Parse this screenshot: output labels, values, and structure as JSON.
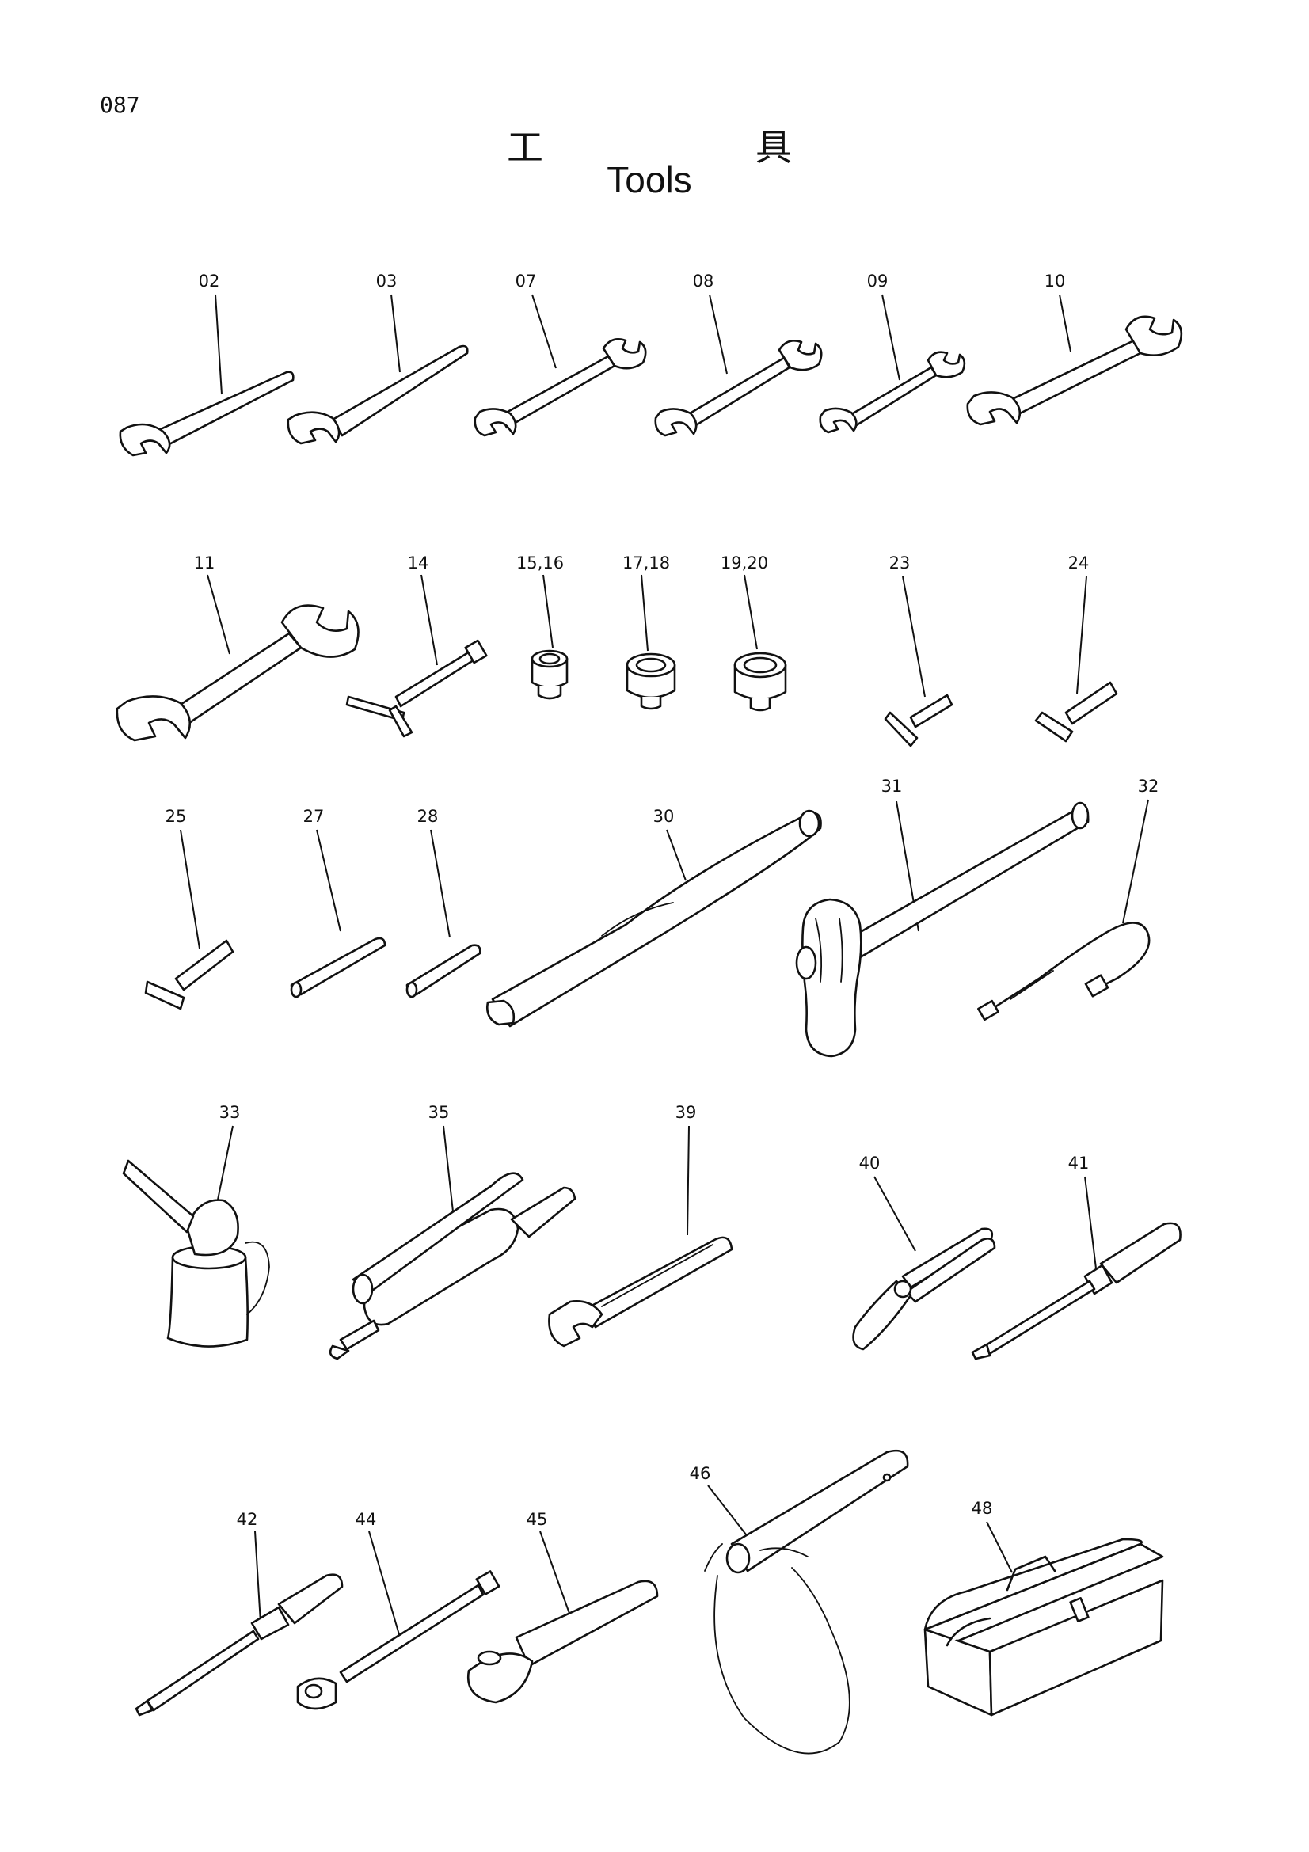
{
  "page": {
    "number": "087"
  },
  "title": {
    "jp_left": "工",
    "jp_right": "具",
    "en": "Tools"
  },
  "tools": [
    {
      "label": "02",
      "icon": "open-end-wrench-icon"
    },
    {
      "label": "03",
      "icon": "open-end-wrench-icon"
    },
    {
      "label": "07",
      "icon": "double-open-end-wrench-icon"
    },
    {
      "label": "08",
      "icon": "double-open-end-wrench-icon"
    },
    {
      "label": "09",
      "icon": "double-open-end-wrench-icon"
    },
    {
      "label": "10",
      "icon": "double-open-end-wrench-icon"
    },
    {
      "label": "11",
      "icon": "large-double-open-end-wrench-icon"
    },
    {
      "label": "14",
      "icon": "t-handle-wrench-icon"
    },
    {
      "label": "15,16",
      "icon": "socket-icon"
    },
    {
      "label": "17,18",
      "icon": "socket-icon"
    },
    {
      "label": "19,20",
      "icon": "socket-icon"
    },
    {
      "label": "23",
      "icon": "hex-key-icon"
    },
    {
      "label": "24",
      "icon": "hex-key-icon"
    },
    {
      "label": "25",
      "icon": "hex-key-icon"
    },
    {
      "label": "27",
      "icon": "hex-bit-icon"
    },
    {
      "label": "28",
      "icon": "hex-bit-icon"
    },
    {
      "label": "30",
      "icon": "extension-pipe-icon"
    },
    {
      "label": "31",
      "icon": "hammer-icon"
    },
    {
      "label": "32",
      "icon": "grease-hose-icon"
    },
    {
      "label": "33",
      "icon": "oil-can-icon"
    },
    {
      "label": "35",
      "icon": "grease-gun-icon"
    },
    {
      "label": "39",
      "icon": "adjustable-wrench-icon"
    },
    {
      "label": "40",
      "icon": "pliers-icon"
    },
    {
      "label": "41",
      "icon": "flat-screwdriver-icon"
    },
    {
      "label": "42",
      "icon": "phillips-screwdriver-icon"
    },
    {
      "label": "44",
      "icon": "extension-bar-icon"
    },
    {
      "label": "45",
      "icon": "ratchet-handle-icon"
    },
    {
      "label": "46",
      "icon": "pipe-with-chain-icon"
    },
    {
      "label": "48",
      "icon": "tool-box-icon"
    }
  ]
}
